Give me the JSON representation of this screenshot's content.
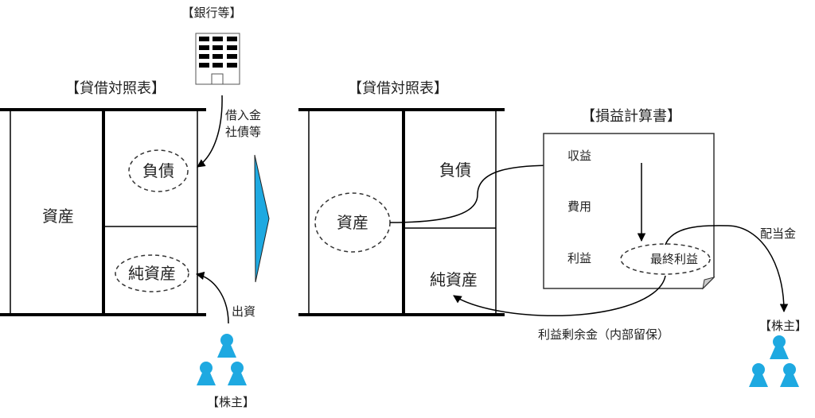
{
  "left_bs": {
    "title": "【貸借対照表】",
    "assets": "資産",
    "liabilities": "負債",
    "net_assets": "純資産"
  },
  "bank": {
    "label": "【銀行等】",
    "flow_line1": "借入金",
    "flow_line2": "社債等"
  },
  "shareholders_left": {
    "label": "【株主】",
    "flow": "出資"
  },
  "right_bs": {
    "title": "【貸借対照表】",
    "assets": "資産",
    "liabilities": "負債",
    "net_assets": "純資産"
  },
  "pl": {
    "title": "【損益計算書】",
    "revenue": "収益",
    "expenses": "費用",
    "profit": "利益",
    "final_profit": "最終利益"
  },
  "dividend": "配当金",
  "retained_earnings": "利益剰余金（内部留保）",
  "shareholders_right": {
    "label": "【株主】"
  },
  "colors": {
    "accent": "#1ea9e1",
    "line": "#000000"
  }
}
